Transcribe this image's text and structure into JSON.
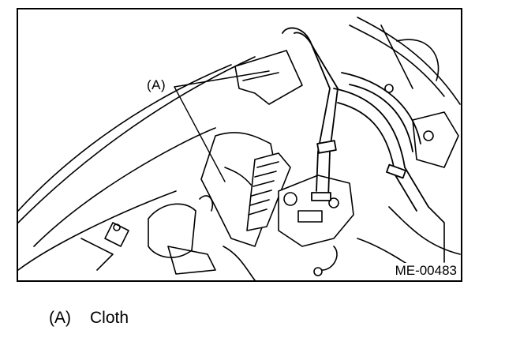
{
  "figure": {
    "callout_label": "(A)",
    "figure_id": "ME-00483"
  },
  "legend": [
    {
      "key": "(A)",
      "text": "Cloth"
    }
  ]
}
